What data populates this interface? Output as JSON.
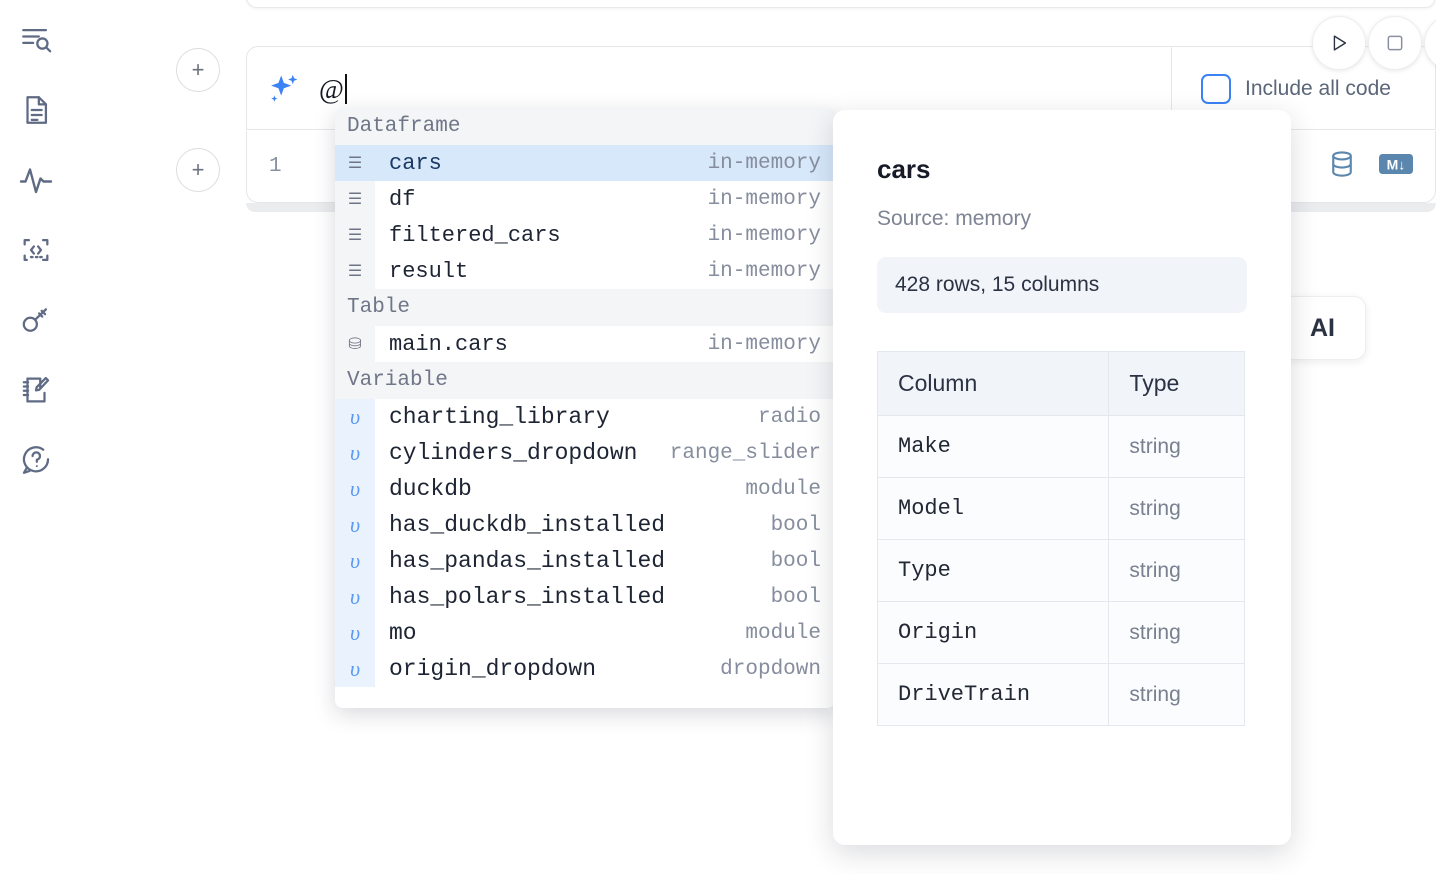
{
  "rail": {
    "items": [
      {
        "icon": "file-search-icon",
        "name": "sidebar-explore"
      },
      {
        "icon": "document-icon",
        "name": "sidebar-notebook"
      },
      {
        "icon": "activity-pulse-icon",
        "name": "sidebar-activity"
      },
      {
        "icon": "code-brackets-icon",
        "name": "sidebar-snippets"
      },
      {
        "icon": "key-icon",
        "name": "sidebar-secrets"
      },
      {
        "icon": "notepad-pencil-icon",
        "name": "sidebar-scratchpad"
      },
      {
        "icon": "help-chat-icon",
        "name": "sidebar-help"
      }
    ]
  },
  "prompt": {
    "icon": "ai-sparkle-icon",
    "value": "@",
    "include_all_code_label": "Include all code",
    "include_all_code_checked": false,
    "run_icon": "play-icon",
    "stop_icon": "stop-square-icon"
  },
  "cell": {
    "line_number": "1",
    "database_icon": "database-icon",
    "markdown_icon": "markdown-down-icon"
  },
  "floating_chip": {
    "label": "AI"
  },
  "autocomplete": {
    "groups": [
      {
        "header": "Dataframe",
        "items": [
          {
            "icon": "dataframe-icon",
            "glyph": "☰",
            "name": "cars",
            "type": "in-memory",
            "selected": true,
            "kind": "df"
          },
          {
            "icon": "dataframe-icon",
            "glyph": "☰",
            "name": "df",
            "type": "in-memory",
            "selected": false,
            "kind": "df"
          },
          {
            "icon": "dataframe-icon",
            "glyph": "☰",
            "name": "filtered_cars",
            "type": "in-memory",
            "selected": false,
            "kind": "df"
          },
          {
            "icon": "dataframe-icon",
            "glyph": "☰",
            "name": "result",
            "type": "in-memory",
            "selected": false,
            "kind": "df"
          }
        ]
      },
      {
        "header": "Table",
        "items": [
          {
            "icon": "table-db-icon",
            "glyph": "⛁",
            "name": "main.cars",
            "type": "in-memory",
            "selected": false,
            "kind": "tbl"
          }
        ]
      },
      {
        "header": "Variable",
        "items": [
          {
            "icon": "variable-icon",
            "glyph": "υ",
            "name": "charting_library",
            "type": "radio",
            "selected": false,
            "kind": "var"
          },
          {
            "icon": "variable-icon",
            "glyph": "υ",
            "name": "cylinders_dropdown",
            "type": "range_slider",
            "selected": false,
            "kind": "var"
          },
          {
            "icon": "variable-icon",
            "glyph": "υ",
            "name": "duckdb",
            "type": "module",
            "selected": false,
            "kind": "var"
          },
          {
            "icon": "variable-icon",
            "glyph": "υ",
            "name": "has_duckdb_installed",
            "type": "bool",
            "selected": false,
            "kind": "var"
          },
          {
            "icon": "variable-icon",
            "glyph": "υ",
            "name": "has_pandas_installed",
            "type": "bool",
            "selected": false,
            "kind": "var"
          },
          {
            "icon": "variable-icon",
            "glyph": "υ",
            "name": "has_polars_installed",
            "type": "bool",
            "selected": false,
            "kind": "var"
          },
          {
            "icon": "variable-icon",
            "glyph": "υ",
            "name": "mo",
            "type": "module",
            "selected": false,
            "kind": "var"
          },
          {
            "icon": "variable-icon",
            "glyph": "υ",
            "name": "origin_dropdown",
            "type": "dropdown",
            "selected": false,
            "kind": "var"
          }
        ]
      }
    ]
  },
  "docs": {
    "title": "cars",
    "source": "Source: memory",
    "shape": "428 rows, 15 columns",
    "columns_header": "Column",
    "type_header": "Type",
    "rows": [
      {
        "column": "Make",
        "type": "string"
      },
      {
        "column": "Model",
        "type": "string"
      },
      {
        "column": "Type",
        "type": "string"
      },
      {
        "column": "Origin",
        "type": "string"
      },
      {
        "column": "DriveTrain",
        "type": "string"
      }
    ]
  },
  "colors": {
    "accent_blue": "#3b82f6",
    "selection_blue": "#d7e8fb",
    "icon_gray": "#5f6b85"
  }
}
